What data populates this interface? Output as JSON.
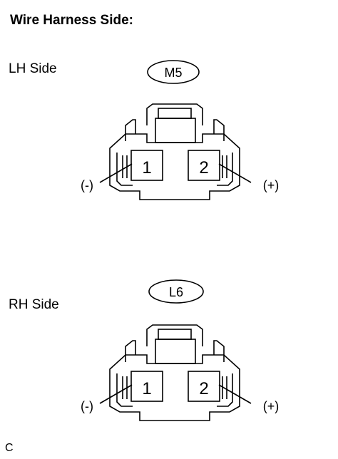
{
  "heading": "Wire Harness Side:",
  "connectors": [
    {
      "side_label": "LH Side",
      "code": "M5",
      "pins": [
        {
          "number": "1",
          "polarity": "(-)"
        },
        {
          "number": "2",
          "polarity": "(+)"
        }
      ]
    },
    {
      "side_label": "RH Side",
      "code": "L6",
      "pins": [
        {
          "number": "1",
          "polarity": "(-)"
        },
        {
          "number": "2",
          "polarity": "(+)"
        }
      ]
    }
  ],
  "footer_mark": "C"
}
